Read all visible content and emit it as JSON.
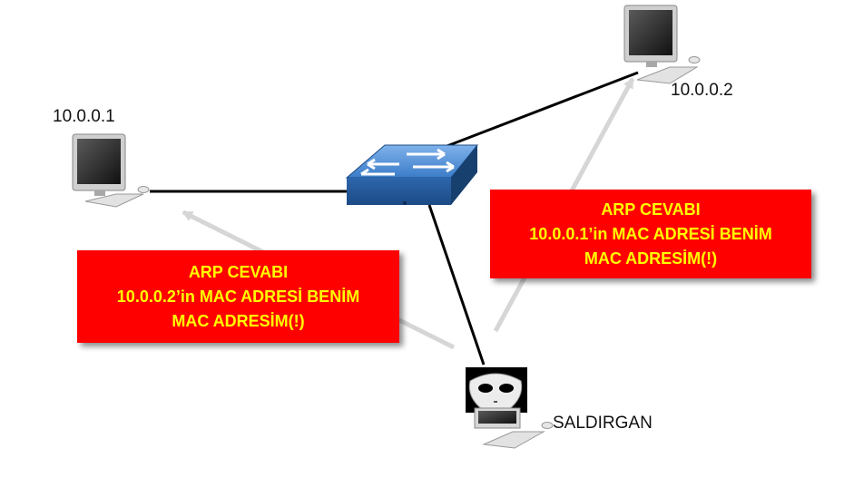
{
  "nodes": {
    "host_left": {
      "label": "10.0.0.1"
    },
    "host_right": {
      "label": "10.0.0.2"
    },
    "attacker": {
      "label": "SALDIRGAN"
    }
  },
  "callouts": {
    "left": {
      "line1": "ARP CEVABI",
      "line2": "10.0.0.2’in MAC ADRESİ BENİM",
      "line3": "MAC ADRESİM(!)"
    },
    "right": {
      "line1": "ARP CEVABI",
      "line2": "10.0.0.1’in MAC ADRESİ BENİM",
      "line3": "MAC ADRESİM(!)"
    }
  },
  "colors": {
    "callout_bg": "#ff0000",
    "callout_text": "#ffff00",
    "switch": "#2f6fb8",
    "link": "#000000",
    "arrow": "#d6d6d6"
  }
}
